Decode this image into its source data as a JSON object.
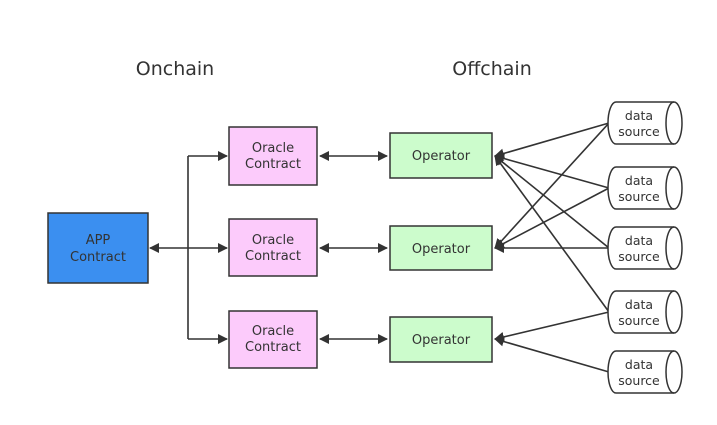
{
  "sections": {
    "onchain": "Onchain",
    "offchain": "Offchain"
  },
  "app_contract": {
    "line1": "APP",
    "line2": "Contract",
    "color": "#3b8ff0"
  },
  "oracle_contracts": [
    {
      "line1": "Oracle",
      "line2": "Contract"
    },
    {
      "line1": "Oracle",
      "line2": "Contract"
    },
    {
      "line1": "Oracle",
      "line2": "Contract"
    }
  ],
  "oracle_color": "#fccbfb",
  "operators": [
    {
      "label": "Operator"
    },
    {
      "label": "Operator"
    },
    {
      "label": "Operator"
    }
  ],
  "operator_color": "#ccfccc",
  "data_sources": [
    {
      "line1": "data",
      "line2": "source"
    },
    {
      "line1": "data",
      "line2": "source"
    },
    {
      "line1": "data",
      "line2": "source"
    },
    {
      "line1": "data",
      "line2": "source"
    },
    {
      "line1": "data",
      "line2": "source"
    }
  ],
  "edges": [
    {
      "from": "app_contract",
      "to": "oracle_contracts.0",
      "direction": "both"
    },
    {
      "from": "app_contract",
      "to": "oracle_contracts.1",
      "direction": "both"
    },
    {
      "from": "app_contract",
      "to": "oracle_contracts.2",
      "direction": "both"
    },
    {
      "from": "oracle_contracts.0",
      "to": "operators.0",
      "direction": "both"
    },
    {
      "from": "oracle_contracts.1",
      "to": "operators.1",
      "direction": "both"
    },
    {
      "from": "oracle_contracts.2",
      "to": "operators.2",
      "direction": "both"
    },
    {
      "from": "data_sources.0",
      "to": "operators.0"
    },
    {
      "from": "data_sources.1",
      "to": "operators.0"
    },
    {
      "from": "data_sources.2",
      "to": "operators.0"
    },
    {
      "from": "data_sources.3",
      "to": "operators.0"
    },
    {
      "from": "data_sources.0",
      "to": "operators.1"
    },
    {
      "from": "data_sources.1",
      "to": "operators.1"
    },
    {
      "from": "data_sources.2",
      "to": "operators.1"
    },
    {
      "from": "data_sources.3",
      "to": "operators.2"
    },
    {
      "from": "data_sources.4",
      "to": "operators.2"
    }
  ]
}
